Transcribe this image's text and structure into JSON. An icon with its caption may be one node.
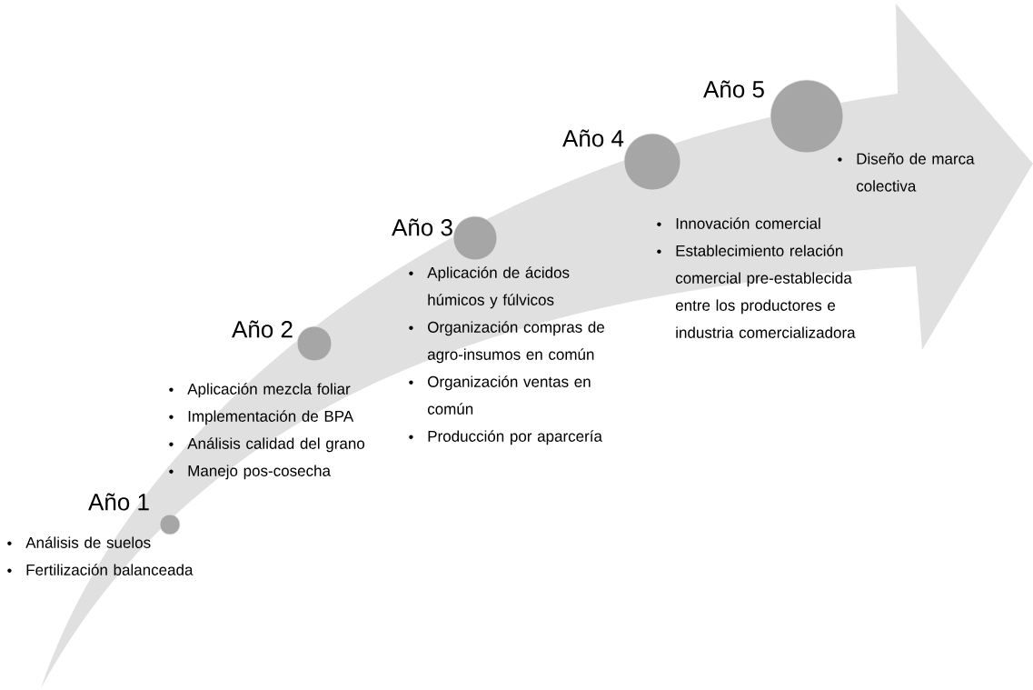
{
  "diagram": {
    "nodes": [
      {
        "text": [
          "Año 1"
        ],
        "beside": [
          "Análisis de suelos",
          "Fertilización balanceada"
        ]
      },
      {
        "text": [
          "Año 2"
        ],
        "beside": [
          "Aplicación mezcla foliar",
          "Implementación de BPA",
          "Análisis calidad del grano",
          "Manejo pos-cosecha"
        ]
      },
      {
        "text": [
          "Año 3"
        ],
        "beside": [
          "Aplicación de ácidos húmicos y fúlvicos",
          "Organización compras de agro-insumos en común",
          "Organización ventas en común",
          "Producción por aparcería"
        ]
      },
      {
        "text": [
          "Año 4"
        ],
        "beside": [
          "Innovación comercial",
          "Establecimiento relación comercial pre-establecida entre los productores e industria comercializadora"
        ]
      },
      {
        "text": [
          "Año 5"
        ],
        "beside": [
          "Diseño de marca colectiva"
        ]
      }
    ]
  }
}
